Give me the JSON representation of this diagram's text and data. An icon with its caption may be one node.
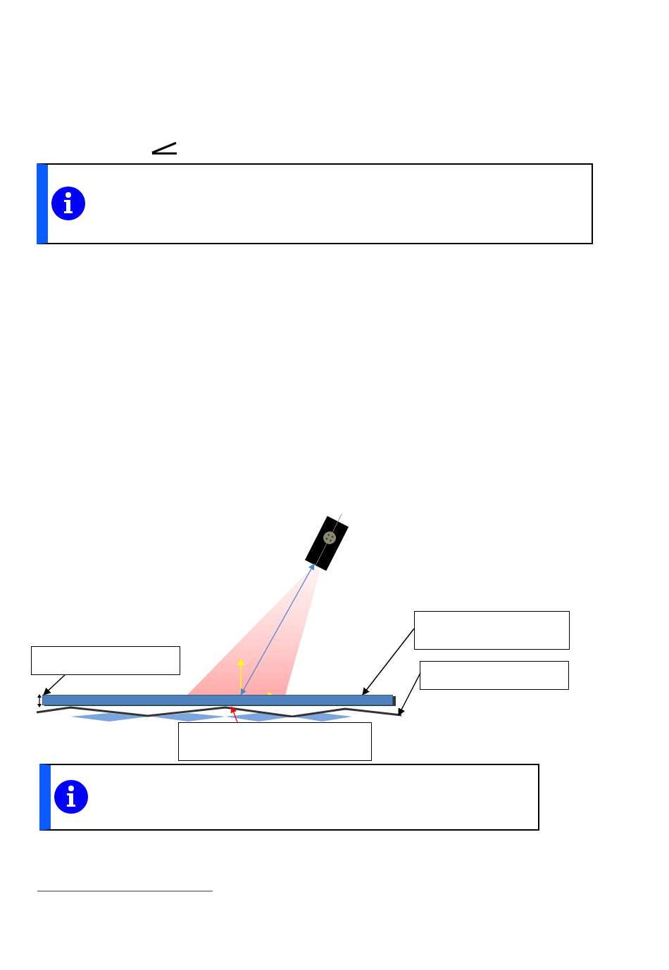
{
  "diagram": {
    "nodes": [
      {
        "text": [],
        "shape": "box"
      },
      {
        "text": [],
        "shape": "picture"
      },
      {
        "text": [],
        "shape": "box"
      },
      {
        "text": [],
        "shape": "box"
      },
      {
        "text": [],
        "shape": "box"
      },
      {
        "text": [],
        "shape": "box"
      },
      {
        "text": [],
        "shape": "bar"
      },
      {
        "text": [],
        "shape": "line"
      },
      {
        "text": [],
        "shape": "box"
      }
    ],
    "edges": [
      {
        "from": 1,
        "to": 6,
        "arrow": "both",
        "color": "#4a86d8"
      },
      {
        "from": 2,
        "to": 6,
        "arrow": "to"
      },
      {
        "from": 3,
        "to": 6,
        "arrow": "to"
      },
      {
        "from": 4,
        "to": 7,
        "arrow": "to"
      },
      {
        "from": 5,
        "to": 6,
        "arrow": "to",
        "color": "#ff0000"
      }
    ]
  }
}
